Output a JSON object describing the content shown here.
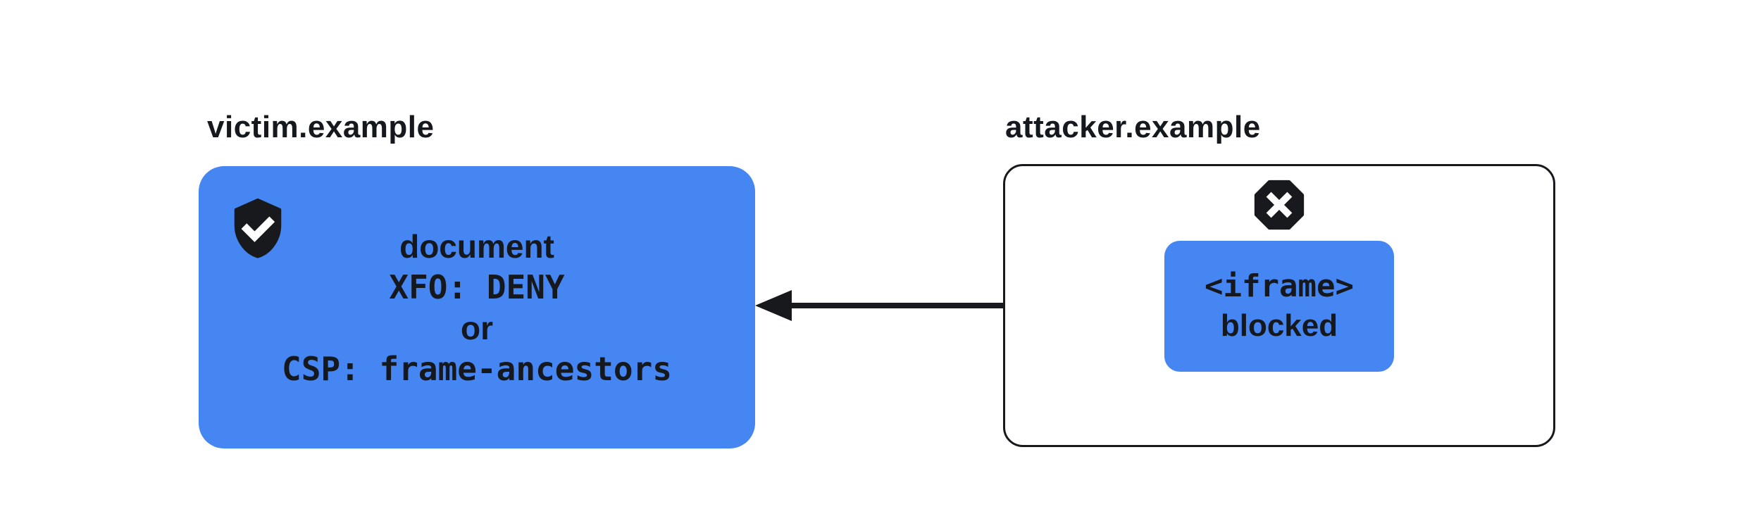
{
  "victim": {
    "label": "victim.example",
    "icon": "shield-check-icon",
    "card_lines": [
      "document",
      "XFO: DENY",
      "or",
      "CSP: frame-ancestors"
    ]
  },
  "attacker": {
    "label": "attacker.example",
    "icon": "blocked-x-icon",
    "iframe_card": {
      "line1": "<iframe>",
      "line2": "blocked"
    }
  },
  "arrow": {
    "direction": "left"
  },
  "colors": {
    "accent_blue": "#4686f3",
    "icon_black": "#17191d",
    "text_black": "#15181c",
    "background": "#ffffff"
  }
}
